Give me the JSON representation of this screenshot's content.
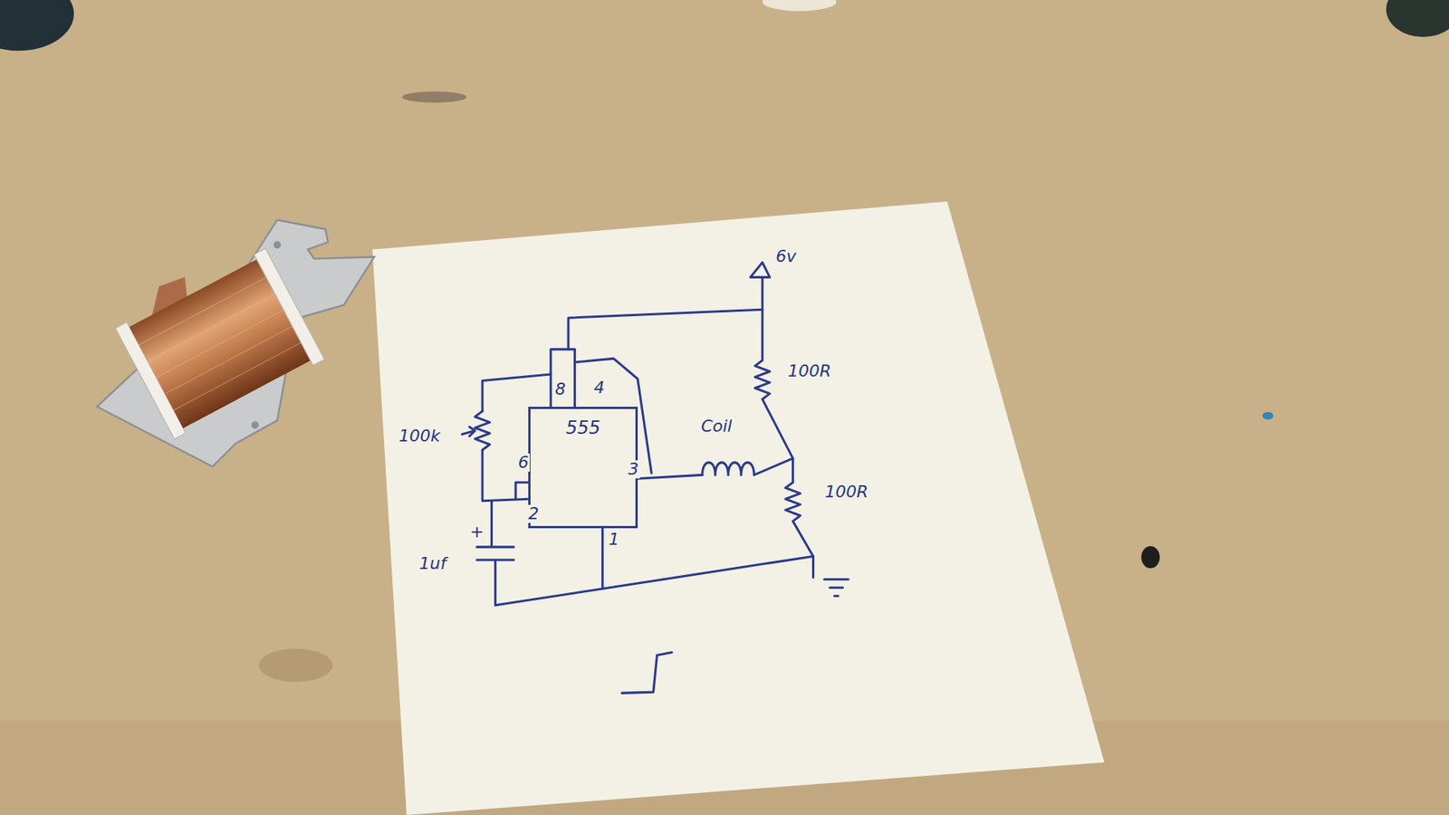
{
  "diagram": {
    "nodes": [
      {
        "text": [
          "555"
        ]
      }
    ],
    "labels": [
      "6v",
      "100R",
      "100k",
      "8",
      "4",
      "6",
      "2",
      "3",
      "1",
      "Coil",
      "100R",
      "+",
      "1uf"
    ]
  }
}
